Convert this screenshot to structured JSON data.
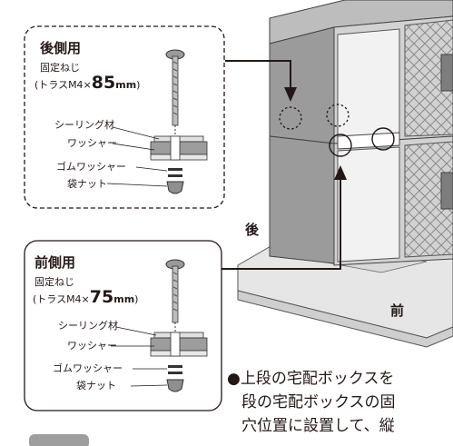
{
  "rear_box": {
    "title": "後側用",
    "screw_label": "固定ねじ",
    "screw_spec_prefix": "(トラスM4×",
    "screw_length": "85",
    "screw_unit": "mm",
    "screw_spec_suffix": ")",
    "parts": [
      "シーリング材",
      "ワッシャー",
      "ゴムワッシャー",
      "袋ナット"
    ]
  },
  "front_box": {
    "title": "前側用",
    "screw_label": "固定ねじ",
    "screw_spec_prefix": "(トラスM4×",
    "screw_length": "75",
    "screw_unit": "mm",
    "screw_spec_suffix": ")",
    "parts": [
      "シーリング材",
      "ワッシャー",
      "ゴムワッシャー",
      "袋ナット"
    ]
  },
  "directions": {
    "rear": "後",
    "front": "前"
  },
  "instructions": [
    "●上段の宅配ボックスを",
    "段の宅配ボックスの固",
    "穴位置に設置して、縦"
  ]
}
